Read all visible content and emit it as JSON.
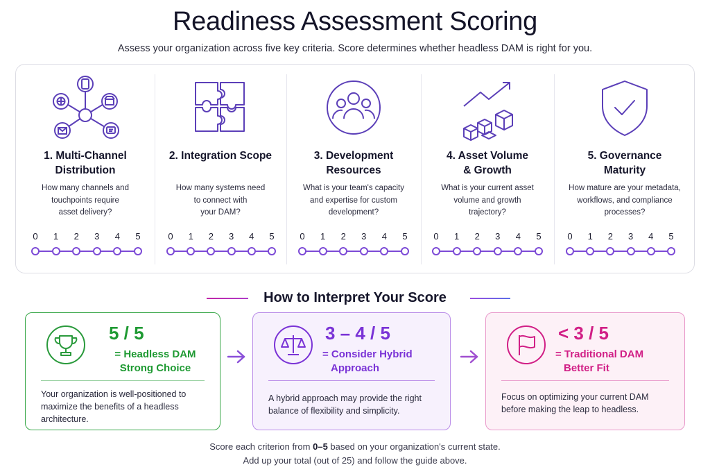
{
  "header": {
    "title": "Readiness Assessment Scoring",
    "subtitle": "Assess your organization across five key criteria. Score determines whether headless DAM is right for you."
  },
  "criteria": [
    {
      "icon": "network-hub-icon",
      "title": "1. Multi-Channel Distribution",
      "title_lines": [
        "1. Multi-Channel",
        "Distribution"
      ],
      "description_lines": [
        "How many channels and",
        "touchpoints require",
        "asset delivery?"
      ]
    },
    {
      "icon": "puzzle-icon",
      "title_lines": [
        "2. Integration Scope"
      ],
      "description_lines": [
        "How many systems need",
        "to connect with",
        "your DAM?"
      ]
    },
    {
      "icon": "team-icon",
      "title_lines": [
        "3. Development",
        "Resources"
      ],
      "description_lines": [
        "What is your team's capacity",
        "and expertise for custom",
        "development?"
      ]
    },
    {
      "icon": "growth-cubes-icon",
      "title_lines": [
        "4. Asset Volume",
        "& Growth"
      ],
      "description_lines": [
        "What is your current asset",
        "volume and growth",
        "trajectory?"
      ]
    },
    {
      "icon": "shield-check-icon",
      "title_lines": [
        "5. Governance",
        "Maturity"
      ],
      "description_lines": [
        "How mature are your metadata,",
        "workflows, and compliance",
        "processes?"
      ]
    }
  ],
  "scale": [
    "0",
    "1",
    "2",
    "3",
    "4",
    "5"
  ],
  "interpretation": {
    "heading": "How to Interpret Your Score",
    "cards": [
      {
        "icon": "trophy-icon",
        "score": "5 / 5",
        "verdict_lines": [
          "= Headless DAM",
          "Strong Choice"
        ],
        "description_lines": [
          "Your organization is well-positioned to",
          "maximize the benefits of a headless",
          "architecture."
        ],
        "color": "#1f9a33"
      },
      {
        "icon": "scales-icon",
        "score": "3 – 4 / 5",
        "verdict_lines": [
          "= Consider Hybrid",
          "Approach"
        ],
        "description_lines": [
          "A hybrid approach may provide the right",
          "balance of flexibility and simplicity."
        ],
        "color": "#7a33d6"
      },
      {
        "icon": "flag-icon",
        "score": "< 3 / 5",
        "verdict_lines": [
          "= Traditional DAM",
          "Better Fit"
        ],
        "description_lines": [
          "Focus on optimizing your current DAM",
          "before making the leap to headless."
        ],
        "color": "#d11f86"
      }
    ]
  },
  "footer": {
    "line1_prefix": "Score each criterion from ",
    "line1_bold": "0–5",
    "line1_suffix": " based on your organization's current state.",
    "line2": "Add up your total (out of 25) and follow the guide above."
  }
}
